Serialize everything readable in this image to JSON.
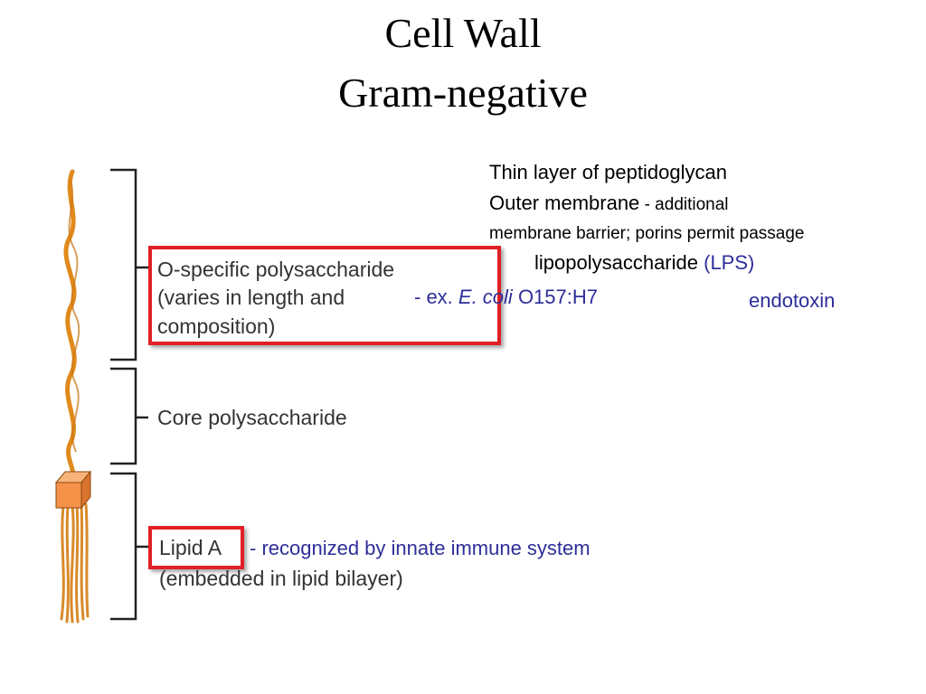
{
  "title": {
    "line1": "Cell Wall",
    "line2": "Gram-negative"
  },
  "labels": {
    "o_specific": [
      "O-specific polysaccharide",
      "(varies in length and",
      "composition)"
    ],
    "core": "Core polysaccharide",
    "lipid_a": "Lipid A",
    "lipid_a_sub": "(embedded in lipid bilayer)"
  },
  "annotations": {
    "ecoli_prefix": "- ex. ",
    "ecoli_name": "E. coli",
    "ecoli_strain": " O157:H7",
    "lipid_a_note": "- recognized by innate immune system"
  },
  "notes": {
    "line1": "Thin layer of peptidoglycan",
    "line2_main": "Outer membrane",
    "line2_small": " - additional",
    "line3": "membrane barrier; porins permit passage",
    "line4_main": "lipopolysaccharide",
    "line4_blue": " (LPS)",
    "line5": "endotoxin"
  },
  "colors": {
    "highlight_box": "#e01f26",
    "annotation_blue": "#2e2e9a",
    "chain_orange": "#e08a1c",
    "cube_orange": "#f5924a"
  }
}
